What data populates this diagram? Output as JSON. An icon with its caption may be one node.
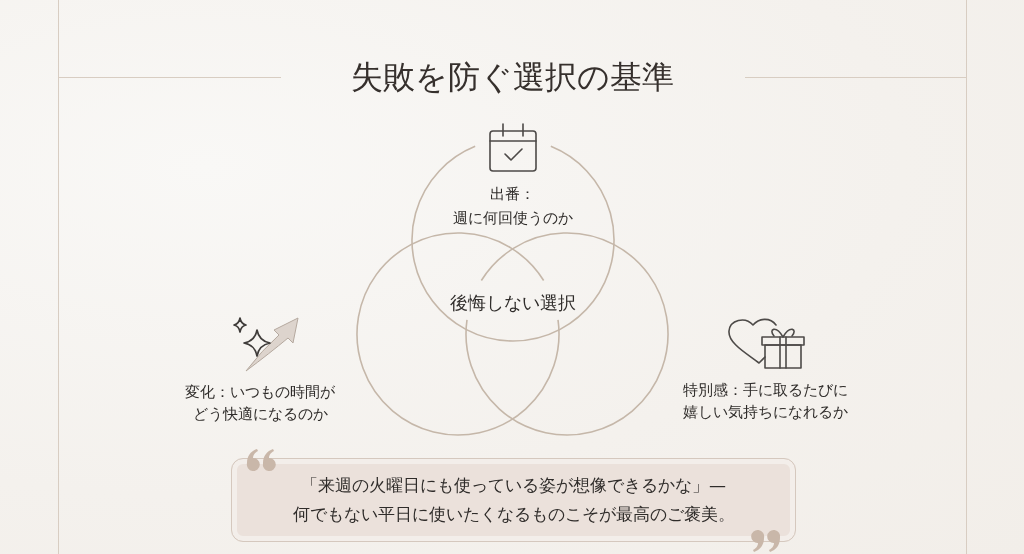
{
  "diagram": {
    "title": "失敗を防ぐ選択の基準",
    "nodes": [
      {
        "text": [
          "出番：",
          "週に何回使うのか"
        ]
      },
      {
        "text": [],
        "shape": "circle",
        "beside": [
          "変化：いつもの時間がどう快適になるのか"
        ]
      },
      {
        "text": [],
        "shape": "circle",
        "beside": [
          "特別感：手に取るたびに嬉しい気持ちになれるか"
        ]
      },
      {
        "text": [
          "「来週の火曜日にも使っている姿が想像できるかな」—",
          "何でもない平日に使いたくなるものこそが最高のご褒美。"
        ]
      }
    ],
    "labels": [
      "後悔しない選択"
    ]
  }
}
